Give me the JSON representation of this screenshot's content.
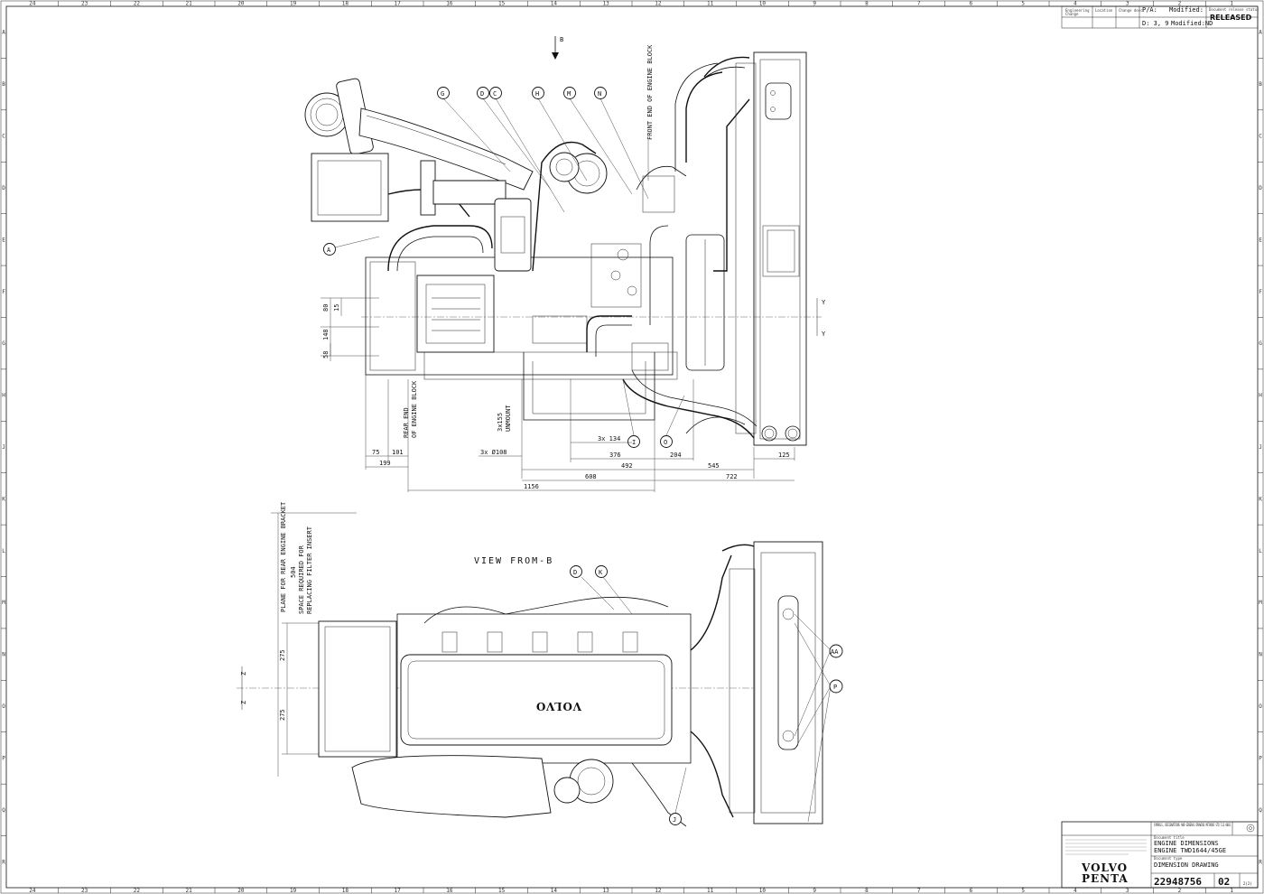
{
  "frame": {
    "top_numbers": [
      "24",
      "23",
      "22",
      "21",
      "20",
      "19",
      "18",
      "17",
      "16",
      "15",
      "14",
      "13",
      "12",
      "11",
      "10",
      "9",
      "8",
      "7",
      "6",
      "5",
      "4",
      "3",
      "2",
      "1"
    ],
    "side_letters": [
      "A",
      "B",
      "C",
      "D",
      "E",
      "F",
      "G",
      "H",
      "J",
      "K",
      "L",
      "M",
      "N",
      "O",
      "P",
      "Q",
      "R"
    ]
  },
  "side_view": {
    "view_arrow_label": "B",
    "front_note": "FRONT END OF ENGINE BLOCK",
    "rear_note_1": "REAR END",
    "rear_note_2": "OF ENGINE BLOCK",
    "unmount_note_1": "3x155",
    "unmount_note_2": "UNMOUNT",
    "y_axis": [
      "Y",
      "Y"
    ],
    "callouts": [
      "G",
      "D",
      "C",
      "H",
      "M",
      "N",
      "A",
      "I",
      "O"
    ],
    "vertical_dims": [
      "80",
      "15",
      "148",
      "58"
    ],
    "horizontal_dims": [
      "75",
      "101",
      "199",
      "3x Ø108",
      "3x 134",
      "376",
      "204",
      "492",
      "545",
      "125",
      "608",
      "722",
      "1156"
    ]
  },
  "top_view": {
    "title": "VIEW FROM-B",
    "note_1": "PLANE FOR REAR ENGINE BRACKET",
    "note_2": "504",
    "note_3": "SPACE REQUIRED FOR",
    "note_4": "REPLACING FILTER INSERT",
    "z_axis": [
      "Z",
      "Z"
    ],
    "vertical_dims": [
      "275",
      "275"
    ],
    "callouts": [
      "D",
      "K",
      "AA",
      "P",
      "J"
    ],
    "cover_brand": "VOLVO"
  },
  "title_block": {
    "symbols_note": "SYMBOLS, DESIGNATIONS AND GENERAL DRAWING METHODS STD 111-0001",
    "doc_title_label": "Document title",
    "doc_title_1": "ENGINE DIMENSIONS",
    "doc_title_2": "ENGINE TWD1644/45GE",
    "doc_type_label": "Document type",
    "doc_type": "DIMENSION DRAWING",
    "doc_no": "22948756",
    "issue": "02",
    "sheet": "2(2)",
    "logo_1": "VOLVO",
    "logo_2": "PENTA"
  },
  "revision_block": {
    "status_label": "Document release status",
    "status": "RELEASED",
    "pa_label": "P/A:",
    "pa_value": "D: 3, 9",
    "modified_1": "Modified:",
    "modified_2": "Modified:ND"
  }
}
